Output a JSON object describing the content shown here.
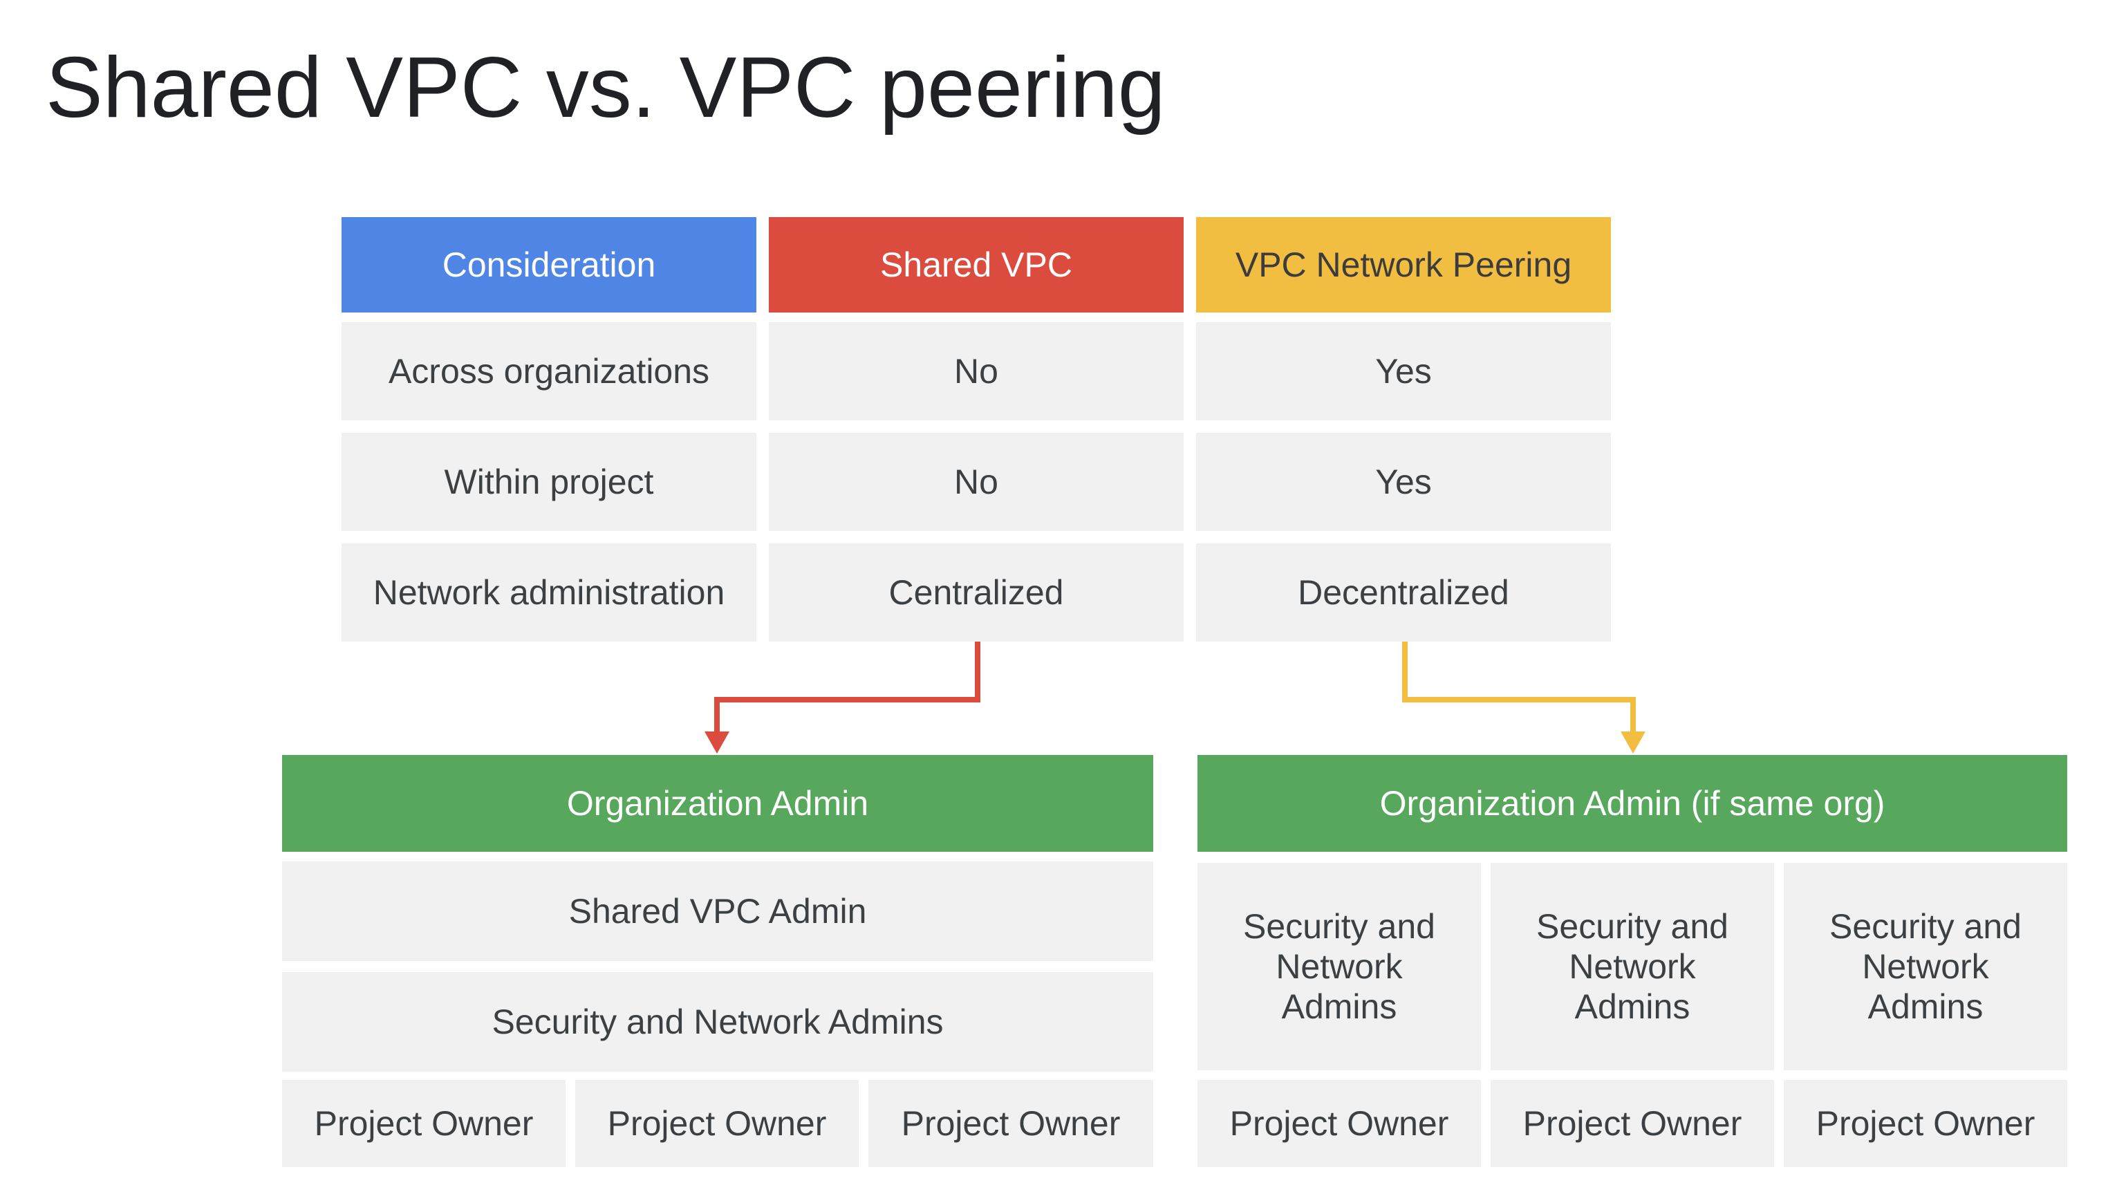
{
  "title": "Shared VPC vs. VPC peering",
  "table": {
    "headers": [
      "Consideration",
      "Shared VPC",
      "VPC Network Peering"
    ],
    "rows": [
      [
        "Across organizations",
        "No",
        "Yes"
      ],
      [
        "Within project",
        "No",
        "Yes"
      ],
      [
        "Network administration",
        "Centralized",
        "Decentralized"
      ]
    ]
  },
  "shared_vpc_hierarchy": {
    "top": "Organization Admin",
    "level1": "Shared VPC Admin",
    "level2": "Security and Network Admins",
    "owners": [
      "Project Owner",
      "Project Owner",
      "Project Owner"
    ]
  },
  "peering_hierarchy": {
    "top": "Organization Admin (if same org)",
    "admins": [
      "Security and\nNetwork\nAdmins",
      "Security and\nNetwork\nAdmins",
      "Security and\nNetwork\nAdmins"
    ],
    "owners": [
      "Project Owner",
      "Project Owner",
      "Project Owner"
    ]
  },
  "colors": {
    "consideration_header": "#4f86e6",
    "shared_vpc_header": "#db4c3f",
    "peering_header": "#f2be42",
    "org_admin": "#57a85c",
    "cell_bg": "#f1f1f1",
    "shared_arrow": "#db4c3f",
    "peering_arrow": "#f2be42"
  }
}
